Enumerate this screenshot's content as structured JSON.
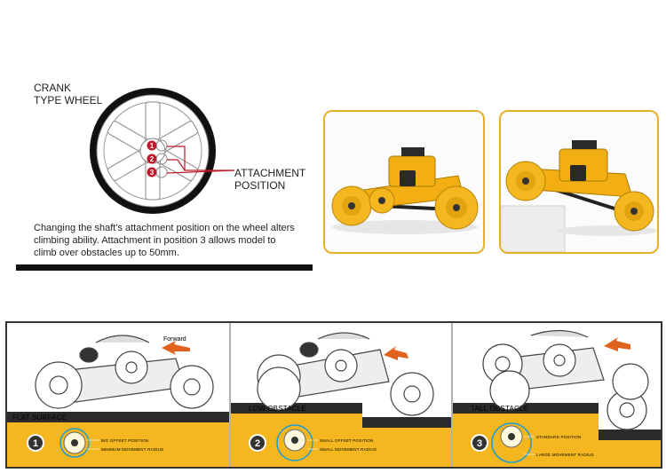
{
  "crank": {
    "label_line1": "CRANK",
    "label_line2": "TYPE WHEEL",
    "attach_line1": "ATTACHMENT",
    "attach_line2": "POSITION",
    "markers": [
      "1",
      "2",
      "3"
    ],
    "description": "Changing the shaft's attachment  position on the wheel alters climbing ability. Attachment in position 3 allows model to climb over obstacles up to 50mm."
  },
  "panels": [
    {
      "title": "FLAT SURFACE",
      "number": "1",
      "cap1": "BIG OFFSET POSITION",
      "cap2": "MINIMUM MOVEMENT RADIUS"
    },
    {
      "title": "LOW OBSTACLE",
      "number": "2",
      "cap1": "SMALL OFFSET POSITION",
      "cap2": "SMALL MOVEMENT RADIUS"
    },
    {
      "title": "TALL OBSTACLE",
      "number": "3",
      "cap1": "STANDARD POSITION",
      "cap2": "LARGE MOVEMENT RADIUS"
    }
  ],
  "forward_label": "Forward",
  "colors": {
    "accent_yellow": "#f4b71f",
    "marker_red": "#c0182b",
    "frame_dark": "#333333"
  }
}
